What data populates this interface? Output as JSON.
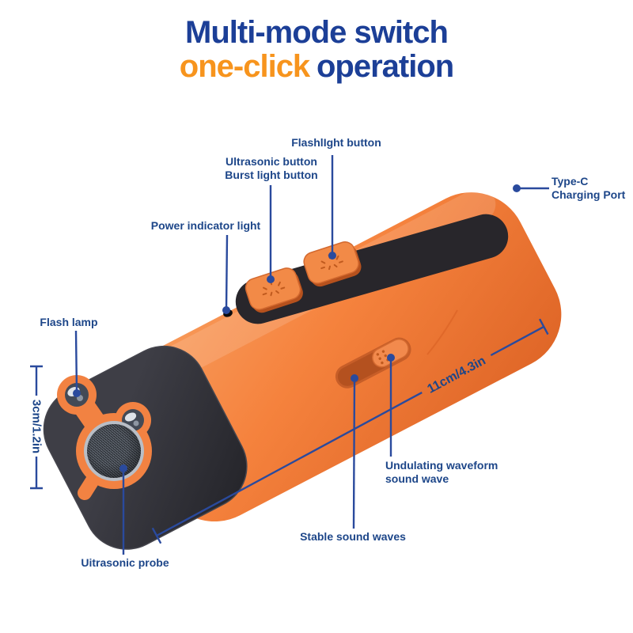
{
  "title": {
    "line1": "Multi-mode switch",
    "highlight": "one-click",
    "line2_rest": "operation"
  },
  "callouts": {
    "flashlight_button": "FlashlIght button",
    "ultrasonic_button": "Ultrasonic button",
    "burst_light_button": "Burst light button",
    "power_indicator": "Power indicator light",
    "type_c_line1": "Type-C",
    "type_c_line2": "Charging Port",
    "flash_lamp": "Flash lamp",
    "ultrasonic_probe": "Uitrasonic probe",
    "stable_waves": "Stable sound waves",
    "undulating_line1": "Undulating waveform",
    "undulating_line2": "sound wave"
  },
  "dimensions": {
    "length": "11cm/4.3in",
    "height": "3cm/1.2in"
  },
  "colors": {
    "title_navy": "#1c3f97",
    "title_orange": "#f7941d",
    "label_navy": "#1d4689",
    "leader_blue": "#2a4a9d",
    "body_orange": "#f5813c",
    "dark_parts": "#232327"
  }
}
